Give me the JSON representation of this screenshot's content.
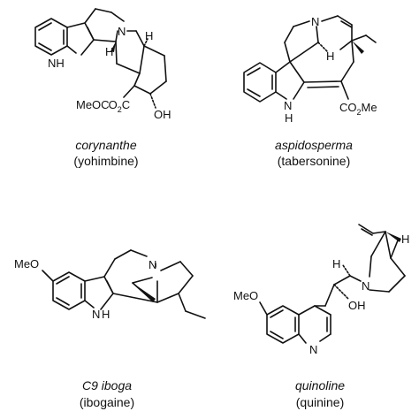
{
  "molecules": [
    {
      "class_name": "corynanthe",
      "example": "(yohimbine)",
      "labels": {
        "nh": "NH",
        "n": "N",
        "h1": "H",
        "h2": "H",
        "ester_a": "MeO",
        "ester_b": "2",
        "ester_c": "C",
        "oh": "OH"
      }
    },
    {
      "class_name": "aspidosperma",
      "example": "(tabersonine)",
      "labels": {
        "n": "N",
        "h": "H",
        "nh_n": "N",
        "nh_h": "H",
        "ester_a": "CO",
        "ester_b": "2",
        "ester_c": "Me"
      }
    },
    {
      "class_name": "C9 iboga",
      "example": "(ibogaine)",
      "labels": {
        "meo": "MeO",
        "nh_n": "N",
        "nh_h": "H",
        "n": "N"
      }
    },
    {
      "class_name": "quinoline",
      "example": "(quinine)",
      "labels": {
        "h_top": "H",
        "h_left": "H",
        "n_bridge": "N",
        "oh": "OH",
        "meo": "MeO",
        "n_ring": "N"
      }
    }
  ]
}
